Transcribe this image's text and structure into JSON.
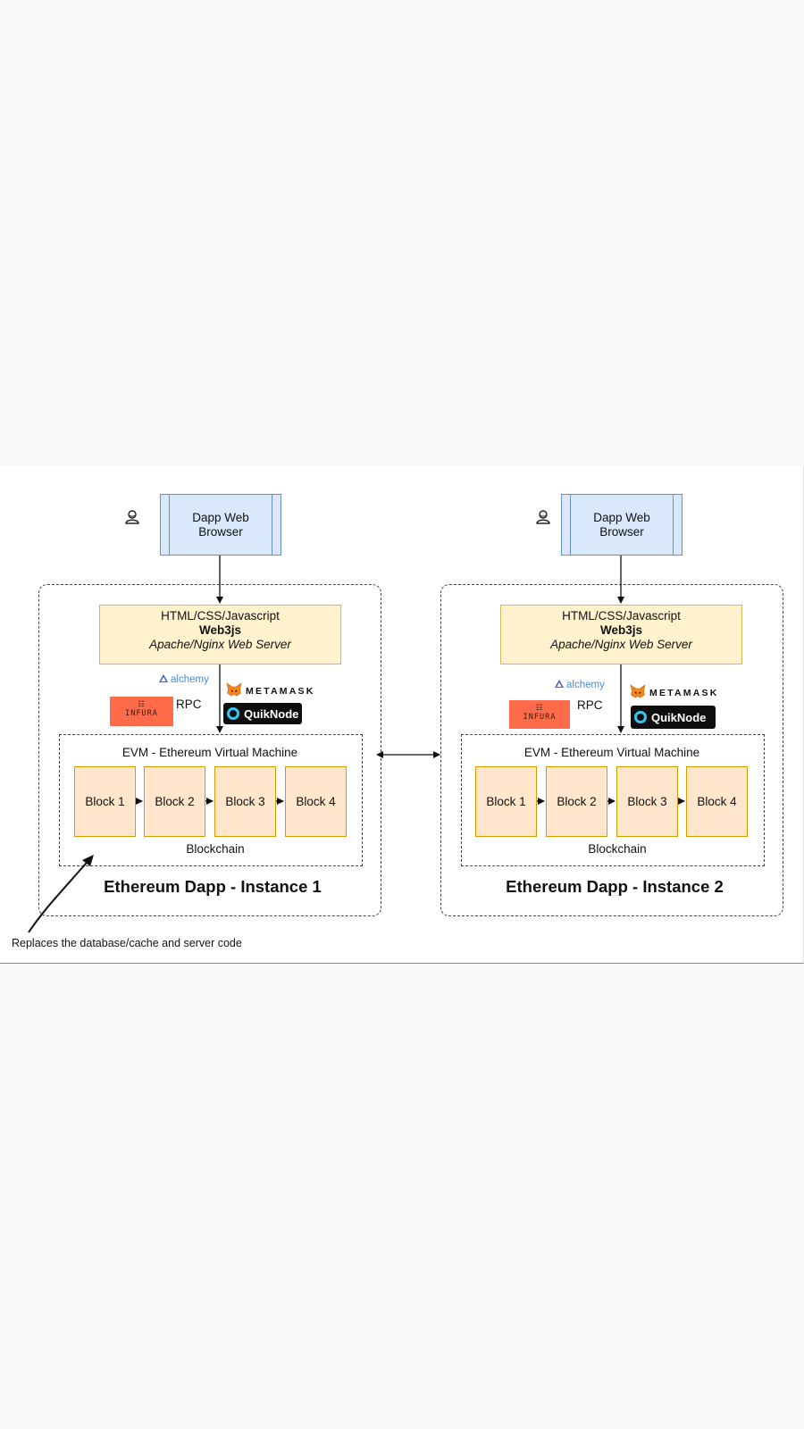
{
  "diagram": {
    "instances": [
      {
        "browser_label": "Dapp Web\nBrowser",
        "user_icon": "user-icon",
        "server": {
          "line1": "HTML/CSS/Javascript",
          "line2": "Web3js",
          "line3": "Apache/Nginx Web Server"
        },
        "providers": {
          "alchemy": "alchemy",
          "infura_symbol": "☷",
          "infura": "INFURA",
          "rpc": "RPC",
          "metamask": "METAMASK",
          "quiknode": "QuikNode"
        },
        "evm_label": "EVM - Ethereum Virtual Machine",
        "blocks": [
          "Block 1",
          "Block 2",
          "Block 3",
          "Block 4"
        ],
        "blockchain_label": "Blockchain",
        "title": "Ethereum Dapp - Instance 1"
      },
      {
        "browser_label": "Dapp Web\nBrowser",
        "user_icon": "user-icon",
        "server": {
          "line1": "HTML/CSS/Javascript",
          "line2": "Web3js",
          "line3": "Apache/Nginx Web Server"
        },
        "providers": {
          "alchemy": "alchemy",
          "infura_symbol": "☷",
          "infura": "INFURA",
          "rpc": "RPC",
          "metamask": "METAMASK",
          "quiknode": "QuikNode"
        },
        "evm_label": "EVM - Ethereum Virtual Machine",
        "blocks": [
          "Block 1",
          "Block 2",
          "Block 3",
          "Block 4"
        ],
        "blockchain_label": "Blockchain",
        "title": "Ethereum Dapp - Instance 2"
      }
    ],
    "annotation": "Replaces the database/cache and server code",
    "colors": {
      "browser_fill": "#dae8fc",
      "browser_stroke": "#6c8ebf",
      "server_fill": "#fff2cc",
      "server_stroke": "#d6b656",
      "block_fill": "#ffe6cc",
      "block_stroke": "#d79b00",
      "infura": "#ff6b4a",
      "quiknode_bg": "#0e0e0e",
      "alchemy": "#3f5bd6"
    }
  }
}
